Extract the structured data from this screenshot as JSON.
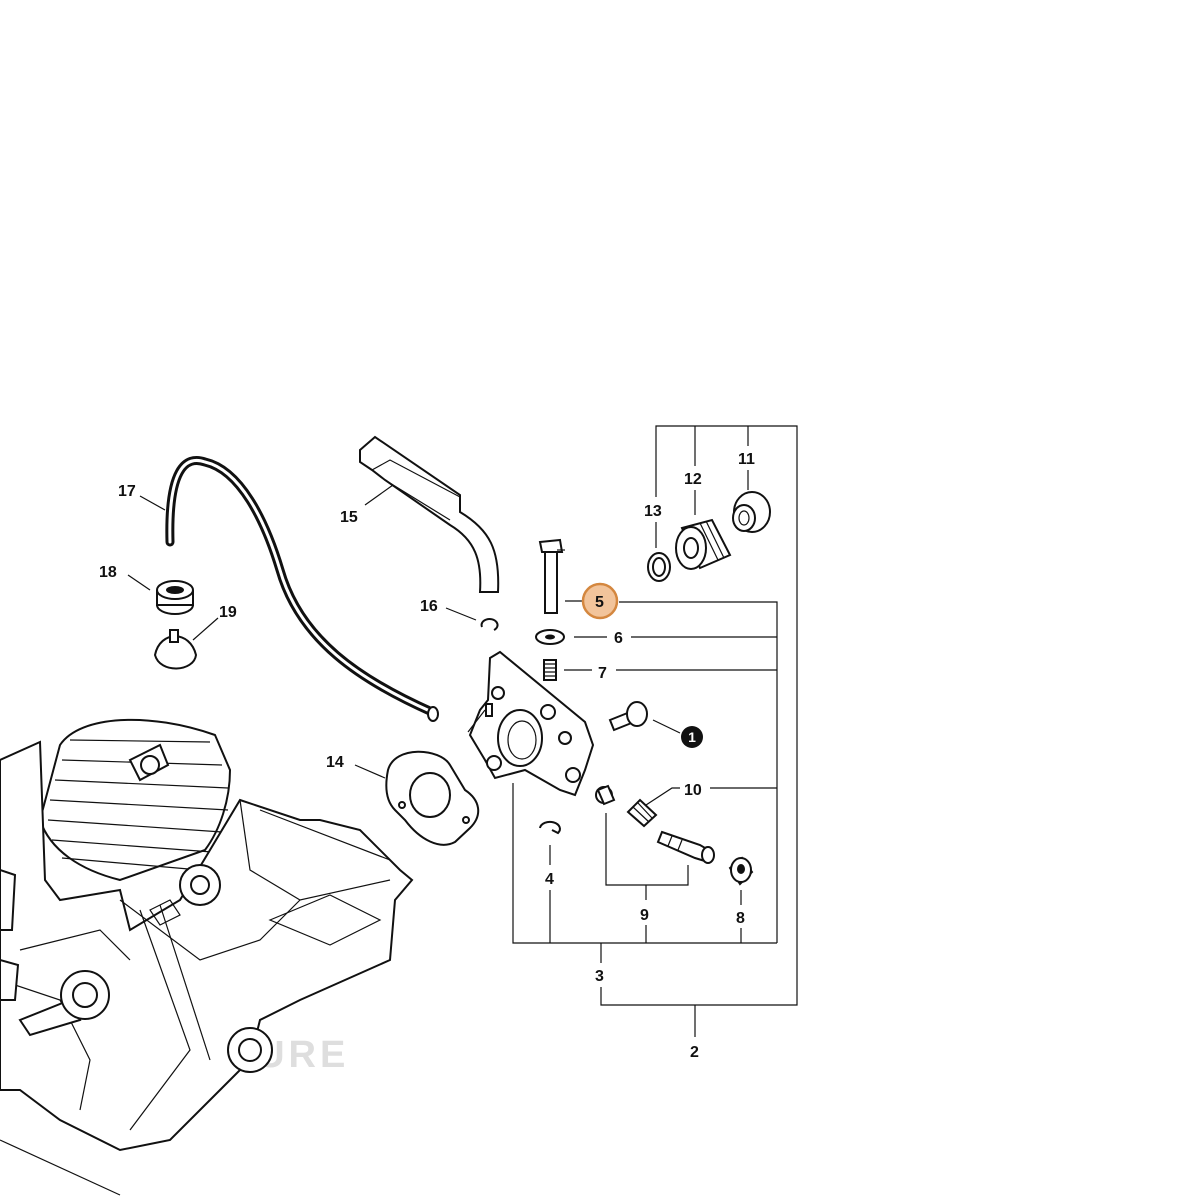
{
  "diagram": {
    "labels": {
      "p1": "1",
      "p2": "2",
      "p3": "3",
      "p4": "4",
      "p5": "5",
      "p6": "6",
      "p7": "7",
      "p8": "8",
      "p9": "9",
      "p10": "10",
      "p11": "11",
      "p12": "12",
      "p13": "13",
      "p14": "14",
      "p15": "15",
      "p16": "16",
      "p17": "17",
      "p18": "18",
      "p19": "19"
    },
    "watermark": "L    ENTURE",
    "colors": {
      "highlight_fill": "#f2c49b",
      "highlight_stroke": "#d4873f",
      "line": "#111111",
      "badge_fill": "#111111"
    },
    "highlighted_part": "5"
  }
}
